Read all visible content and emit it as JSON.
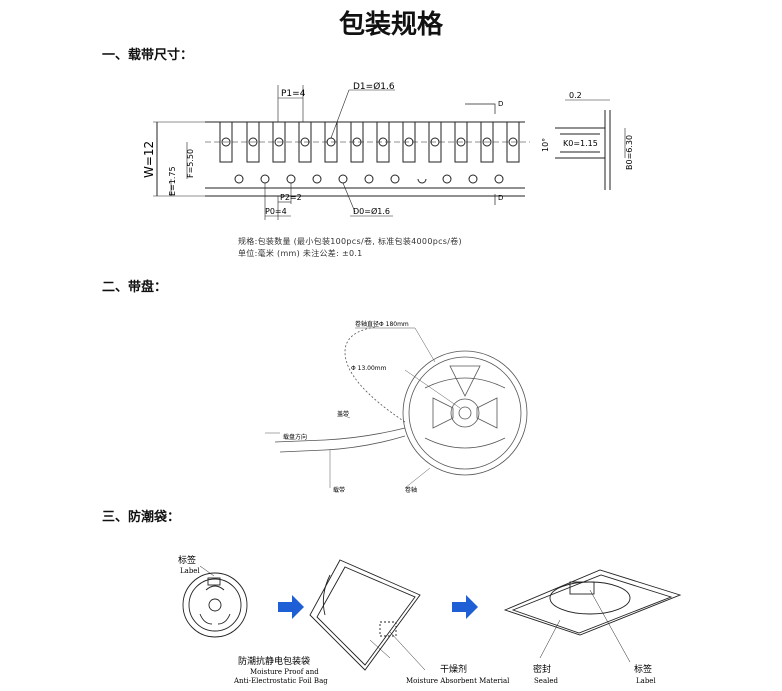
{
  "title": "包装规格",
  "sections": {
    "tape": {
      "heading": "一、载带尺寸：",
      "labels": {
        "p1": "P1=4",
        "d1": "D1=Ø1.6",
        "w": "W=12",
        "e": "E=1.75",
        "f": "F=5.50",
        "p2": "P2=2",
        "p0": "P0=4",
        "d0": "D0=Ø1.6",
        "t": "0.2",
        "k0": "K0=1.15",
        "b0": "B0=6.30",
        "angle": "10°",
        "d_top": "D",
        "d_bottom": "D"
      },
      "note1": "规格:包装数量 (最小包装100pcs/卷, 标准包装4000pcs/卷)",
      "note2": "单位:毫米 (mm) 未注公差: ±0.1"
    },
    "reel": {
      "heading": "二、带盘：",
      "labels": {
        "diameter": "卷轴直径Φ 180mm",
        "hub": "Φ 13.00mm",
        "cover_tape": "盖带",
        "direction": "载盘方向",
        "carrier_tape": "载带",
        "reel": "卷轴"
      }
    },
    "bag": {
      "heading": "三、防潮袋：",
      "labels": {
        "label_cn": "标签",
        "label_en": "Label",
        "bag_cn": "防潮抗静电包装袋",
        "bag_en1": "Moisture Proof and",
        "bag_en2": "Anti-Electrostatic Foil Bag",
        "desiccant_cn": "干燥剂",
        "desiccant_en": "Moisture Absorbent Material",
        "sealed_cn": "密封",
        "sealed_en": "Sealed",
        "label2_cn": "标签",
        "label2_en": "Label"
      }
    }
  },
  "colors": {
    "arrow": "#1f5fd6",
    "line": "#222222",
    "reel_line": "#555555"
  }
}
